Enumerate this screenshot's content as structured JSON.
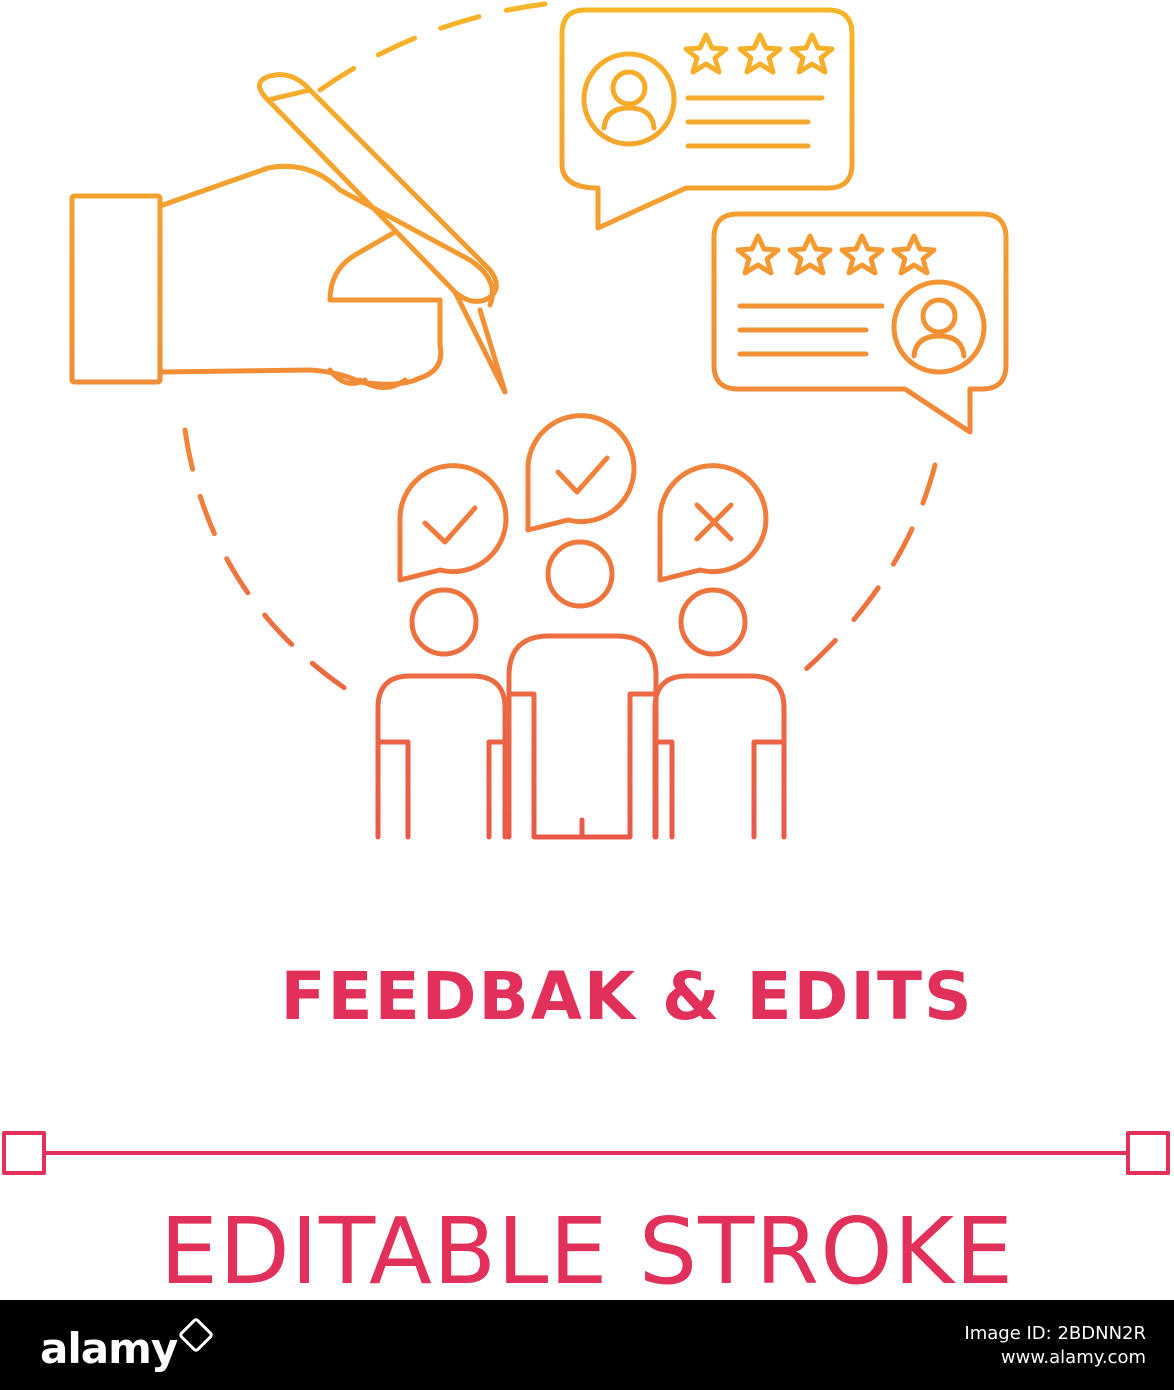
{
  "title": "FEEDBAK & EDITS",
  "subtitle": "EDITABLE STROKE",
  "footer": {
    "brand": "alamy",
    "image_id": "Image ID: 2BDNN2R",
    "site": "www.alamy.com"
  },
  "colors": {
    "gradient_top": "#F7B628",
    "gradient_mid": "#EF7A3C",
    "gradient_bottom": "#E1305A",
    "text_accent": "#E1305A",
    "footer_bg": "#000000",
    "footer_text": "#FFFFFF"
  },
  "icons": [
    "hand-writing-pen-icon",
    "review-bubble-three-stars-icon",
    "review-bubble-four-stars-icon",
    "check-bubble-icon",
    "cross-bubble-icon",
    "people-group-icon",
    "dashed-circle-icon"
  ]
}
